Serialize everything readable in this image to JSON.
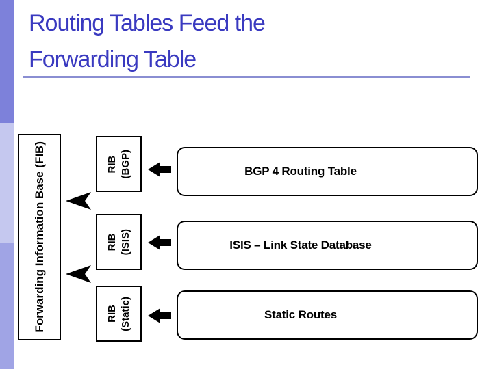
{
  "slide_title": {
    "line1": "Routing Tables Feed the",
    "line2": "Forwarding Table",
    "color": "#3a3ac0",
    "underline_color": "#8a8ed2"
  },
  "template_strip": {
    "segment_colors": [
      "#7d81da",
      "#c5c8ef",
      "#a0a4e5"
    ]
  },
  "diagram": {
    "fib_box": {
      "label": "Forwarding Information Base (FIB)"
    },
    "rib_boxes": [
      {
        "line1": "RIB",
        "line2": "(BGP)"
      },
      {
        "line1": "RIB",
        "line2": "(ISIS)"
      },
      {
        "line1": "RIB",
        "line2": "(Static)"
      }
    ],
    "source_boxes": [
      {
        "label": "BGP 4 Routing Table"
      },
      {
        "label": "ISIS – Link State Database"
      },
      {
        "label": "Static Routes"
      }
    ],
    "arrow_color": "#000000"
  }
}
